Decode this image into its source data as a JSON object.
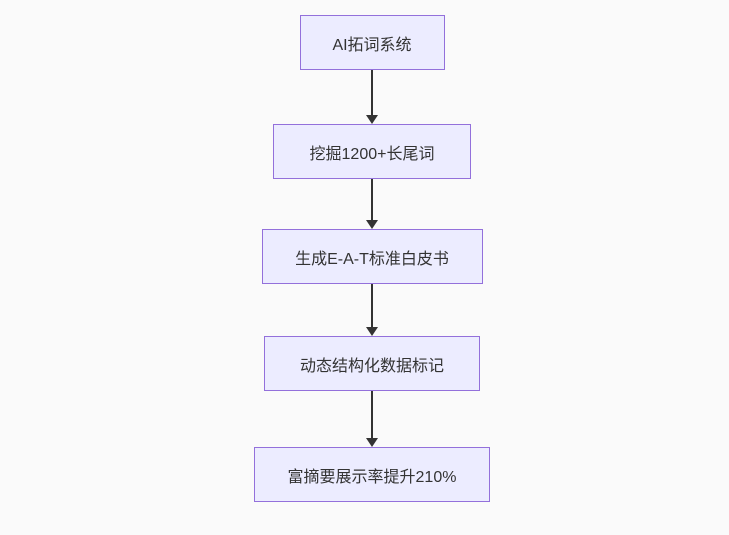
{
  "diagram": {
    "type": "flowchart-top-down",
    "background_color": "#fafafa",
    "node_fill_color": "#ECECFF",
    "node_border_color": "#9370DB",
    "text_color": "#333333",
    "arrow_color": "#333333",
    "nodes": [
      {
        "id": "node-1",
        "label": "AI拓词系统"
      },
      {
        "id": "node-2",
        "label": "挖掘1200+长尾词"
      },
      {
        "id": "node-3",
        "label": "生成E-A-T标准白皮书"
      },
      {
        "id": "node-4",
        "label": "动态结构化数据标记"
      },
      {
        "id": "node-5",
        "label": "富摘要展示率提升210%"
      }
    ],
    "edges": [
      {
        "from": "node-1",
        "to": "node-2"
      },
      {
        "from": "node-2",
        "to": "node-3"
      },
      {
        "from": "node-3",
        "to": "node-4"
      },
      {
        "from": "node-4",
        "to": "node-5"
      }
    ]
  }
}
